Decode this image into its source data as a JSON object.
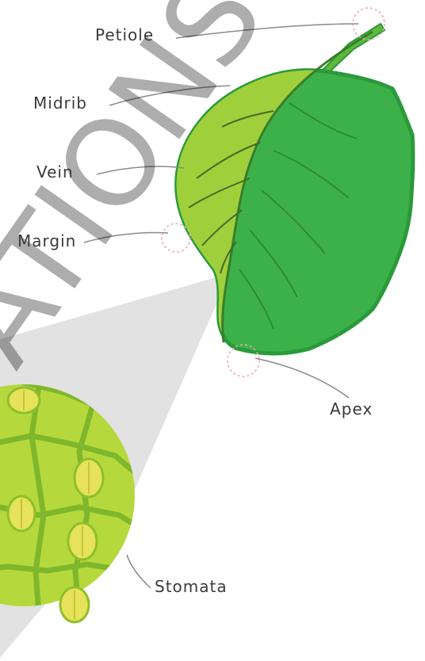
{
  "labels": {
    "petiole": "Petiole",
    "midrib": "Midrib",
    "vein": "Vein",
    "margin": "Margin",
    "apex": "Apex",
    "stomata": "Stomata"
  },
  "colors": {
    "leaf_light": "#9fd03c",
    "leaf_dark": "#3cb14a",
    "leaf_outline": "#2b9a3a",
    "vein_line": "#466a26",
    "leader_line": "#8a8a8a",
    "highlight_circle": "#e6a8b6",
    "magnifier_cone": "#e2e2e2",
    "cell_fill": "#b5d93c",
    "cell_border": "#7fb72c",
    "stoma_fill": "#e6e25a"
  },
  "icons": {
    "watermark": "watermark"
  }
}
